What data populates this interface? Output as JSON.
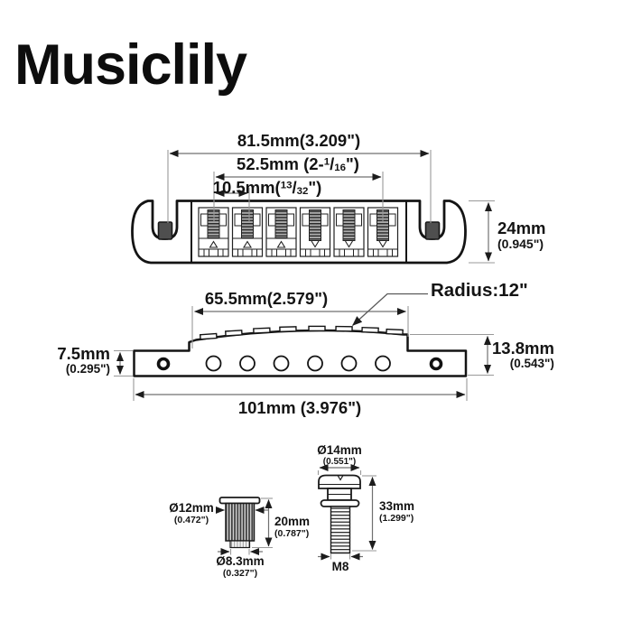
{
  "brand": "Musiclily",
  "sep": "/",
  "top_view": {
    "overall_width": "81.5mm(3.209\")",
    "string_spread": {
      "pre": "52.5mm (2-",
      "num": "1",
      "den": "16",
      "post": "\")"
    },
    "saddle_spacing": {
      "pre": "10.5mm(",
      "num": "13",
      "den": "32",
      "post": "\")"
    },
    "body_height": {
      "mm": "24mm",
      "inch": "(0.945\")"
    }
  },
  "side_view": {
    "saddle_span": "65.5mm(2.579\")",
    "radius_label": "Radius:12\"",
    "base_height": {
      "mm": "7.5mm",
      "inch": "(0.295\")"
    },
    "total_height": {
      "mm": "13.8mm",
      "inch": "(0.543\")"
    },
    "overall_length": "101mm (3.976\")"
  },
  "bushing": {
    "top_diameter": {
      "mm": "Ø12mm",
      "inch": "(0.472\")"
    },
    "height": {
      "mm": "20mm",
      "inch": "(0.787\")"
    },
    "bottom_diameter": {
      "mm": "Ø8.3mm",
      "inch": "(0.327\")"
    }
  },
  "stud": {
    "head_diameter": {
      "mm": "Ø14mm",
      "inch": "(0.551\")"
    },
    "length": {
      "mm": "33mm",
      "inch": "(1.299\")"
    },
    "thread_size": "M8"
  }
}
